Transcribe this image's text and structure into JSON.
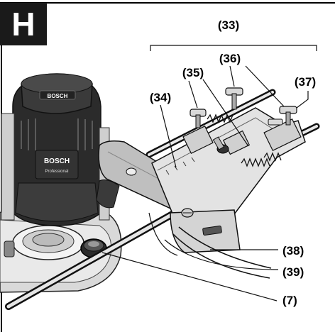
{
  "figure": {
    "panel_letter": "H",
    "brand_text": "BOSCH",
    "brand_text_2": "BOSCH",
    "model_text": "Professional"
  },
  "callouts": [
    {
      "id": "c33",
      "text": "(33)"
    },
    {
      "id": "c36",
      "text": "(36)"
    },
    {
      "id": "c35",
      "text": "(35)"
    },
    {
      "id": "c37",
      "text": "(37)"
    },
    {
      "id": "c34",
      "text": "(34)"
    },
    {
      "id": "c38",
      "text": "(38)"
    },
    {
      "id": "c39",
      "text": "(39)"
    },
    {
      "id": "c7",
      "text": "(7)"
    }
  ]
}
